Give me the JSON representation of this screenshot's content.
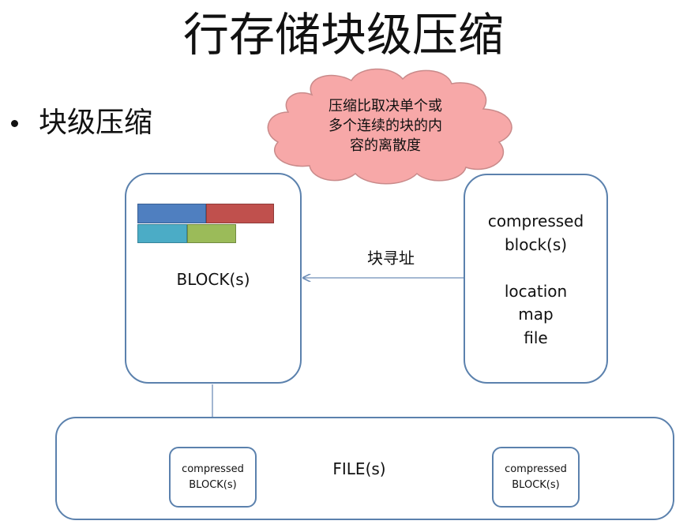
{
  "title": "行存储块级压缩",
  "bullet": "块级压缩",
  "cloud": {
    "lines": [
      "压缩比取决单个或",
      "多个连续的块的内",
      "容的离散度"
    ],
    "fill": "#f7a8a8",
    "stroke": "#c98a8a"
  },
  "block_box": {
    "label": "BLOCK(s)",
    "segments": [
      {
        "name": "blue",
        "fill": "#4f7fc0",
        "stroke": "#3a5f93"
      },
      {
        "name": "red",
        "fill": "#c0504d",
        "stroke": "#8f3b39"
      },
      {
        "name": "cyan",
        "fill": "#4bacc6",
        "stroke": "#37849a"
      },
      {
        "name": "green",
        "fill": "#9bbb59",
        "stroke": "#718a40"
      }
    ]
  },
  "map_box": {
    "lines": [
      "compressed",
      "block(s)",
      "",
      "location",
      "map",
      "file"
    ]
  },
  "arrow_label": "块寻址",
  "file_box": {
    "label": "FILE(s)",
    "items": [
      {
        "line1": "compressed",
        "line2": "BLOCK(s)"
      },
      {
        "line1": "compressed",
        "line2": "BLOCK(s)"
      }
    ]
  },
  "colors": {
    "box_border": "#5b81ad",
    "arrow": "#6f8fb8"
  }
}
